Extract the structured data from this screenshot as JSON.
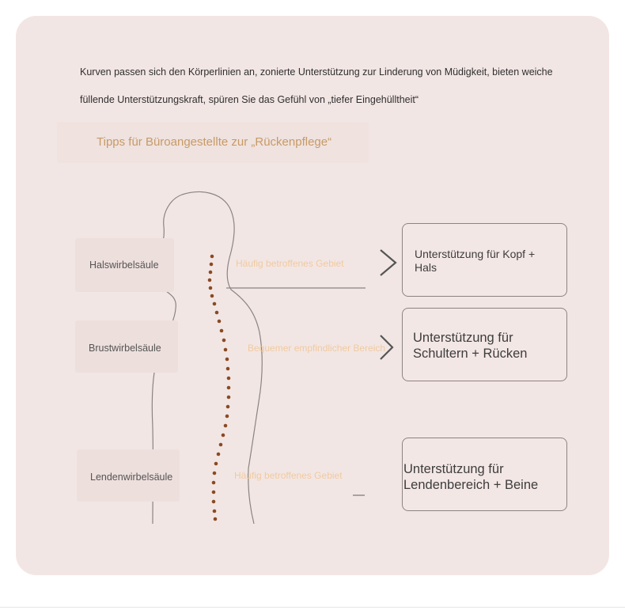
{
  "intro": {
    "line1": "Kurven passen sich den Körperlinien an, zonierte Unterstützung zur Linderung von Müdigkeit, bieten weiche",
    "line2": "füllende Unterstützungskraft, spüren Sie das Gefühl von „tiefer Eingehülltheit“"
  },
  "tips_title": "Tipps für Büroangestellte zur „Rückenpflege“",
  "spine_regions": [
    {
      "label": "Halswirbelsäule",
      "note": "Häufig betroffenes Gebiet",
      "support": "Unterstützung für Kopf + Hals"
    },
    {
      "label": "Brustwirbelsäule",
      "note": "Bequemer empfindlicher Bereich",
      "support": "Unterstützung für Schultern + Rücken"
    },
    {
      "label": "Lendenwirbelsäule",
      "note": "Häufig betroffenes Gebiet",
      "support": "Unterstützung für Lendenbereich + Beine"
    }
  ],
  "colors": {
    "card": "#f2e6e4",
    "accent": "#c89a66",
    "vertebra": "#8a4a24",
    "outline": "#8c8380"
  },
  "icons": [
    "chevron-right-icon",
    "chevron-right-icon"
  ]
}
